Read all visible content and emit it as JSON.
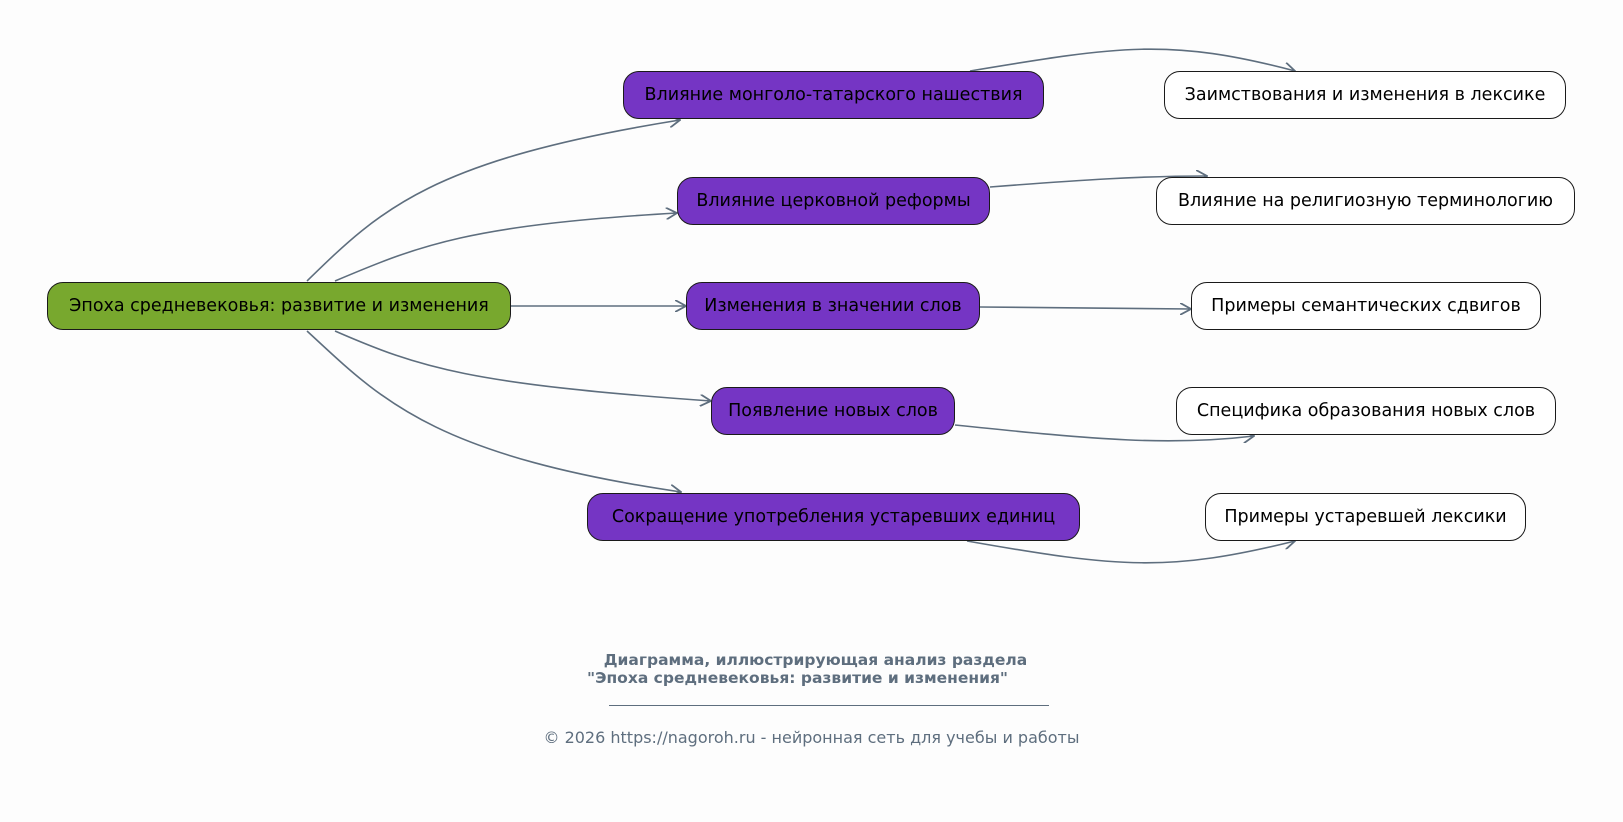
{
  "diagram": {
    "root": {
      "id": "root",
      "label": "Эпоха средневековья: развитие и изменения"
    },
    "branches": [
      {
        "id": "b1",
        "label": "Влияние монголо-татарского нашествия",
        "leaf": {
          "id": "l1",
          "label": "Заимствования и изменения в лексике"
        }
      },
      {
        "id": "b2",
        "label": "Влияние церковной реформы",
        "leaf": {
          "id": "l2",
          "label": "Влияние на религиозную терминологию"
        }
      },
      {
        "id": "b3",
        "label": "Изменения в значении слов",
        "leaf": {
          "id": "l3",
          "label": "Примеры семантических сдвигов"
        }
      },
      {
        "id": "b4",
        "label": "Появление новых слов",
        "leaf": {
          "id": "l4",
          "label": "Специфика образования новых слов"
        }
      },
      {
        "id": "b5",
        "label": "Сокращение употребления устаревших единиц",
        "leaf": {
          "id": "l5",
          "label": "Примеры устаревшей лексики"
        }
      }
    ],
    "colors": {
      "root_fill": "#78a82e",
      "branch_fill": "#7535c4",
      "leaf_fill": "#ffffff",
      "edge": "#5e6e7e",
      "background": "#fdfdfd"
    }
  },
  "caption": {
    "title_line1": "Диаграмма, иллюстрирующая анализ раздела",
    "title_line2": "\"Эпоха средневековья: развитие и изменения\"",
    "footer": "© 2026 https://nagoroh.ru - нейронная сеть для учебы и работы"
  }
}
